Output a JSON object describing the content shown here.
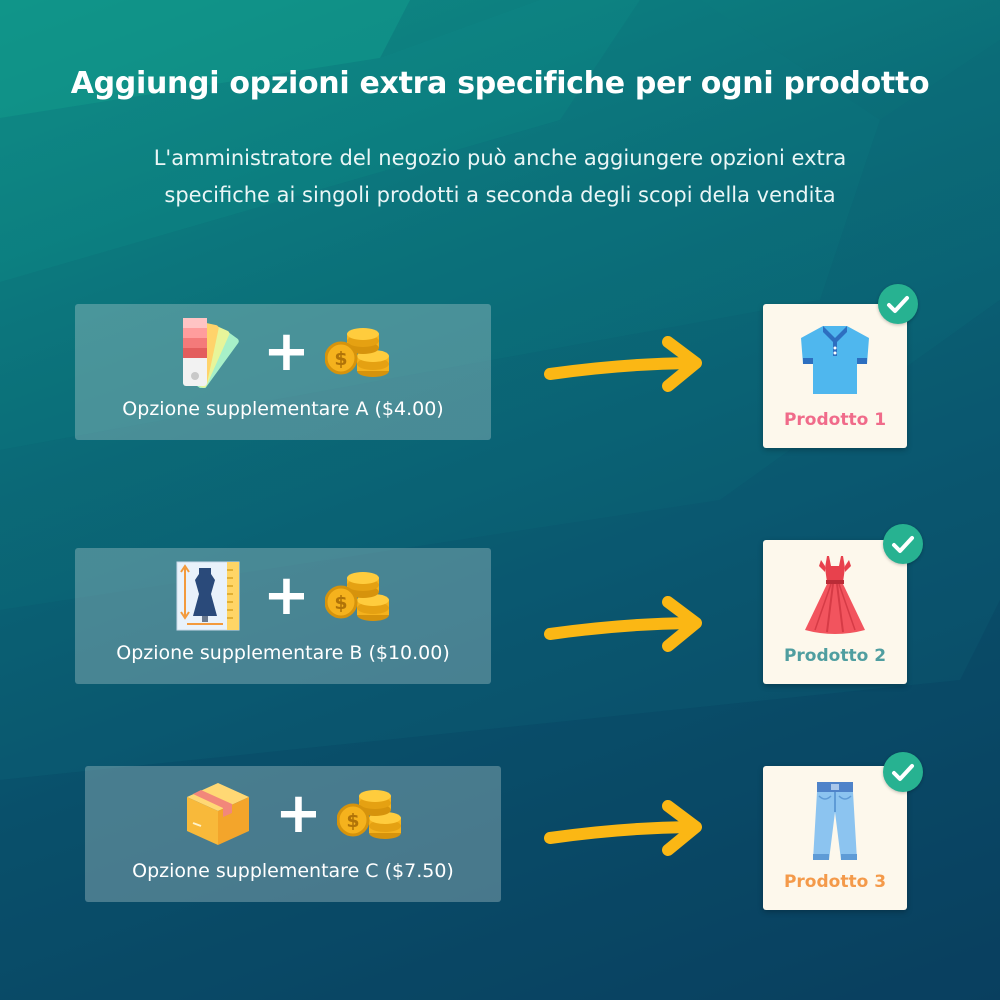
{
  "header": {
    "title": "Aggiungi opzioni extra specifiche per ogni prodotto",
    "subtitle_line1": "L'amministratore del negozio può anche aggiungere opzioni extra",
    "subtitle_line2": "specifiche ai singoli prodotti a seconda degli scopi della vendita"
  },
  "options": [
    {
      "label": "Opzione supplementare A ($4.00)",
      "icon": "color-swatch-icon",
      "price_icon": "coins-icon"
    },
    {
      "label": "Opzione supplementare B ($10.00)",
      "icon": "tailor-measure-icon",
      "price_icon": "coins-icon"
    },
    {
      "label": "Opzione supplementare C ($7.50)",
      "icon": "package-box-icon",
      "price_icon": "coins-icon"
    }
  ],
  "products": [
    {
      "label": "Prodotto 1",
      "icon": "polo-shirt-icon",
      "label_color": "#f06b8a"
    },
    {
      "label": "Prodotto 2",
      "icon": "dress-icon",
      "label_color": "#4f9ea0"
    },
    {
      "label": "Prodotto 3",
      "icon": "jeans-icon",
      "label_color": "#f49a4a"
    }
  ],
  "colors": {
    "arrow": "#fbb714",
    "check_badge": "#27b291",
    "product_card": "#fdf8ec"
  }
}
